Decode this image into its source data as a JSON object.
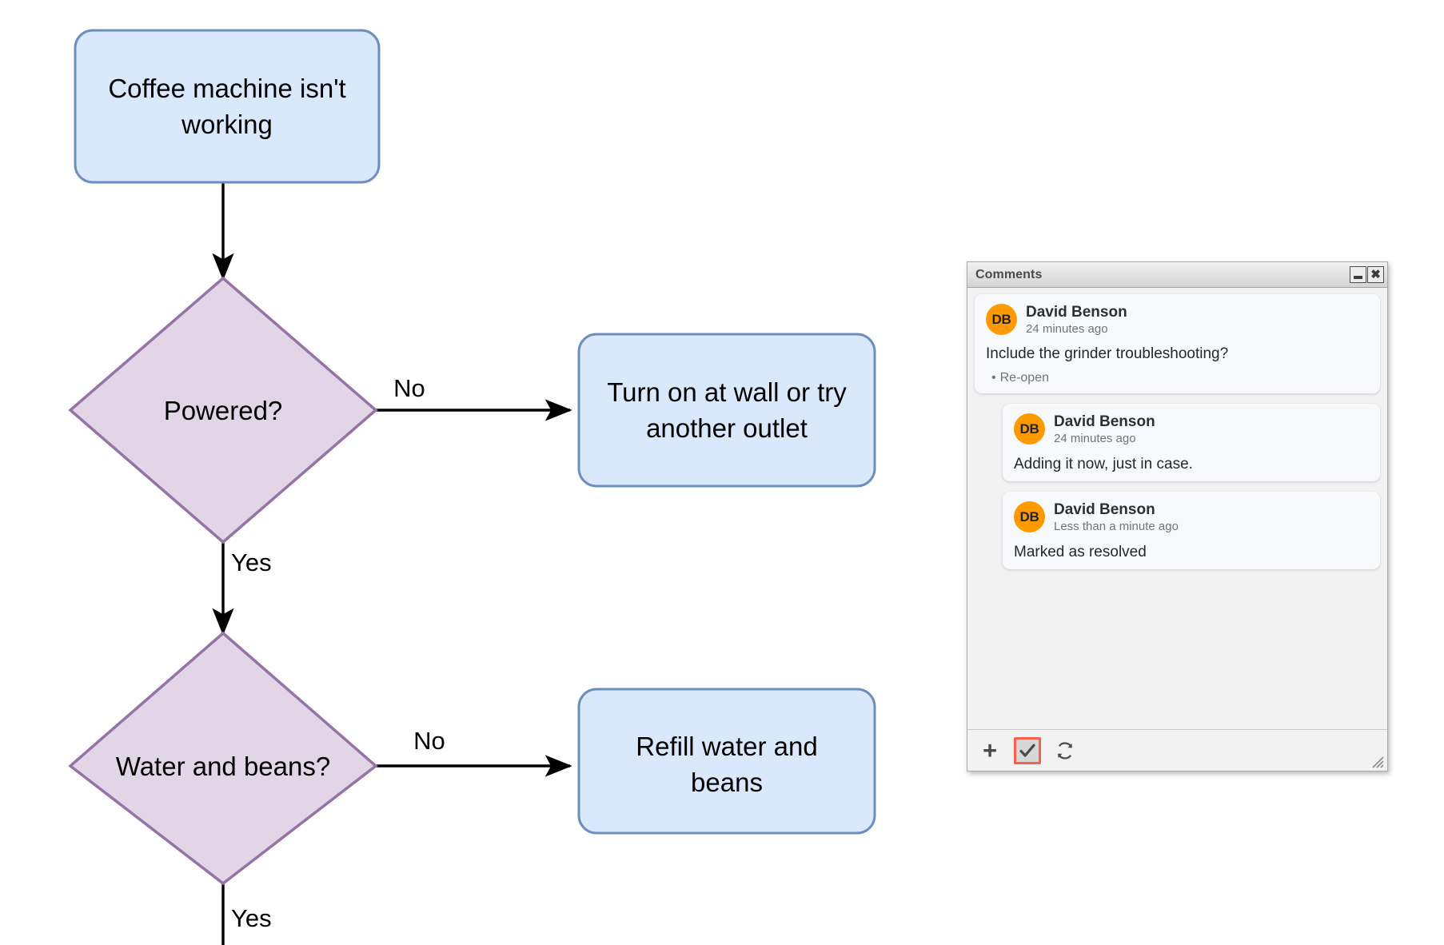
{
  "diagram": {
    "nodes": [
      {
        "id": "start",
        "label": "Coffee machine isn't working",
        "shape": "rounded-rect",
        "fill": "#dae8fc",
        "stroke": "#6c8ebf"
      },
      {
        "id": "powered",
        "label": "Powered?",
        "shape": "diamond",
        "fill": "#e1d5e7",
        "stroke": "#9673a6"
      },
      {
        "id": "outlet",
        "label": "Turn on at wall or try another outlet",
        "shape": "rounded-rect",
        "fill": "#dae8fc",
        "stroke": "#6c8ebf"
      },
      {
        "id": "waterbeans",
        "label": "Water and beans?",
        "shape": "diamond",
        "fill": "#e1d5e7",
        "stroke": "#9673a6"
      },
      {
        "id": "refill",
        "label": "Refill water and beans",
        "shape": "rounded-rect",
        "fill": "#dae8fc",
        "stroke": "#6c8ebf"
      }
    ],
    "edge_labels": {
      "powered_no": "No",
      "powered_yes": "Yes",
      "water_no": "No",
      "water_yes": "Yes"
    }
  },
  "comments_window": {
    "title": "Comments",
    "minimize_label": "",
    "close_label": "✖",
    "comments": [
      {
        "initials": "DB",
        "author": "David Benson",
        "time": "24 minutes ago",
        "text": "Include the grinder troubleshooting?",
        "action": "Re-open",
        "bullet": "•",
        "reply": false
      },
      {
        "initials": "DB",
        "author": "David Benson",
        "time": "24 minutes ago",
        "text": "Adding it now, just in case.",
        "action": "",
        "bullet": "",
        "reply": true
      },
      {
        "initials": "DB",
        "author": "David Benson",
        "time": "Less than a minute ago",
        "text": "Marked as resolved",
        "action": "",
        "bullet": "",
        "reply": true
      }
    ],
    "toolbar": {
      "add_label": "+",
      "resolve_icon": "check-icon",
      "refresh_icon": "refresh-icon",
      "resolve_active": true,
      "highlight_color": "#f9604e"
    },
    "avatar_color": "#ff9900"
  }
}
